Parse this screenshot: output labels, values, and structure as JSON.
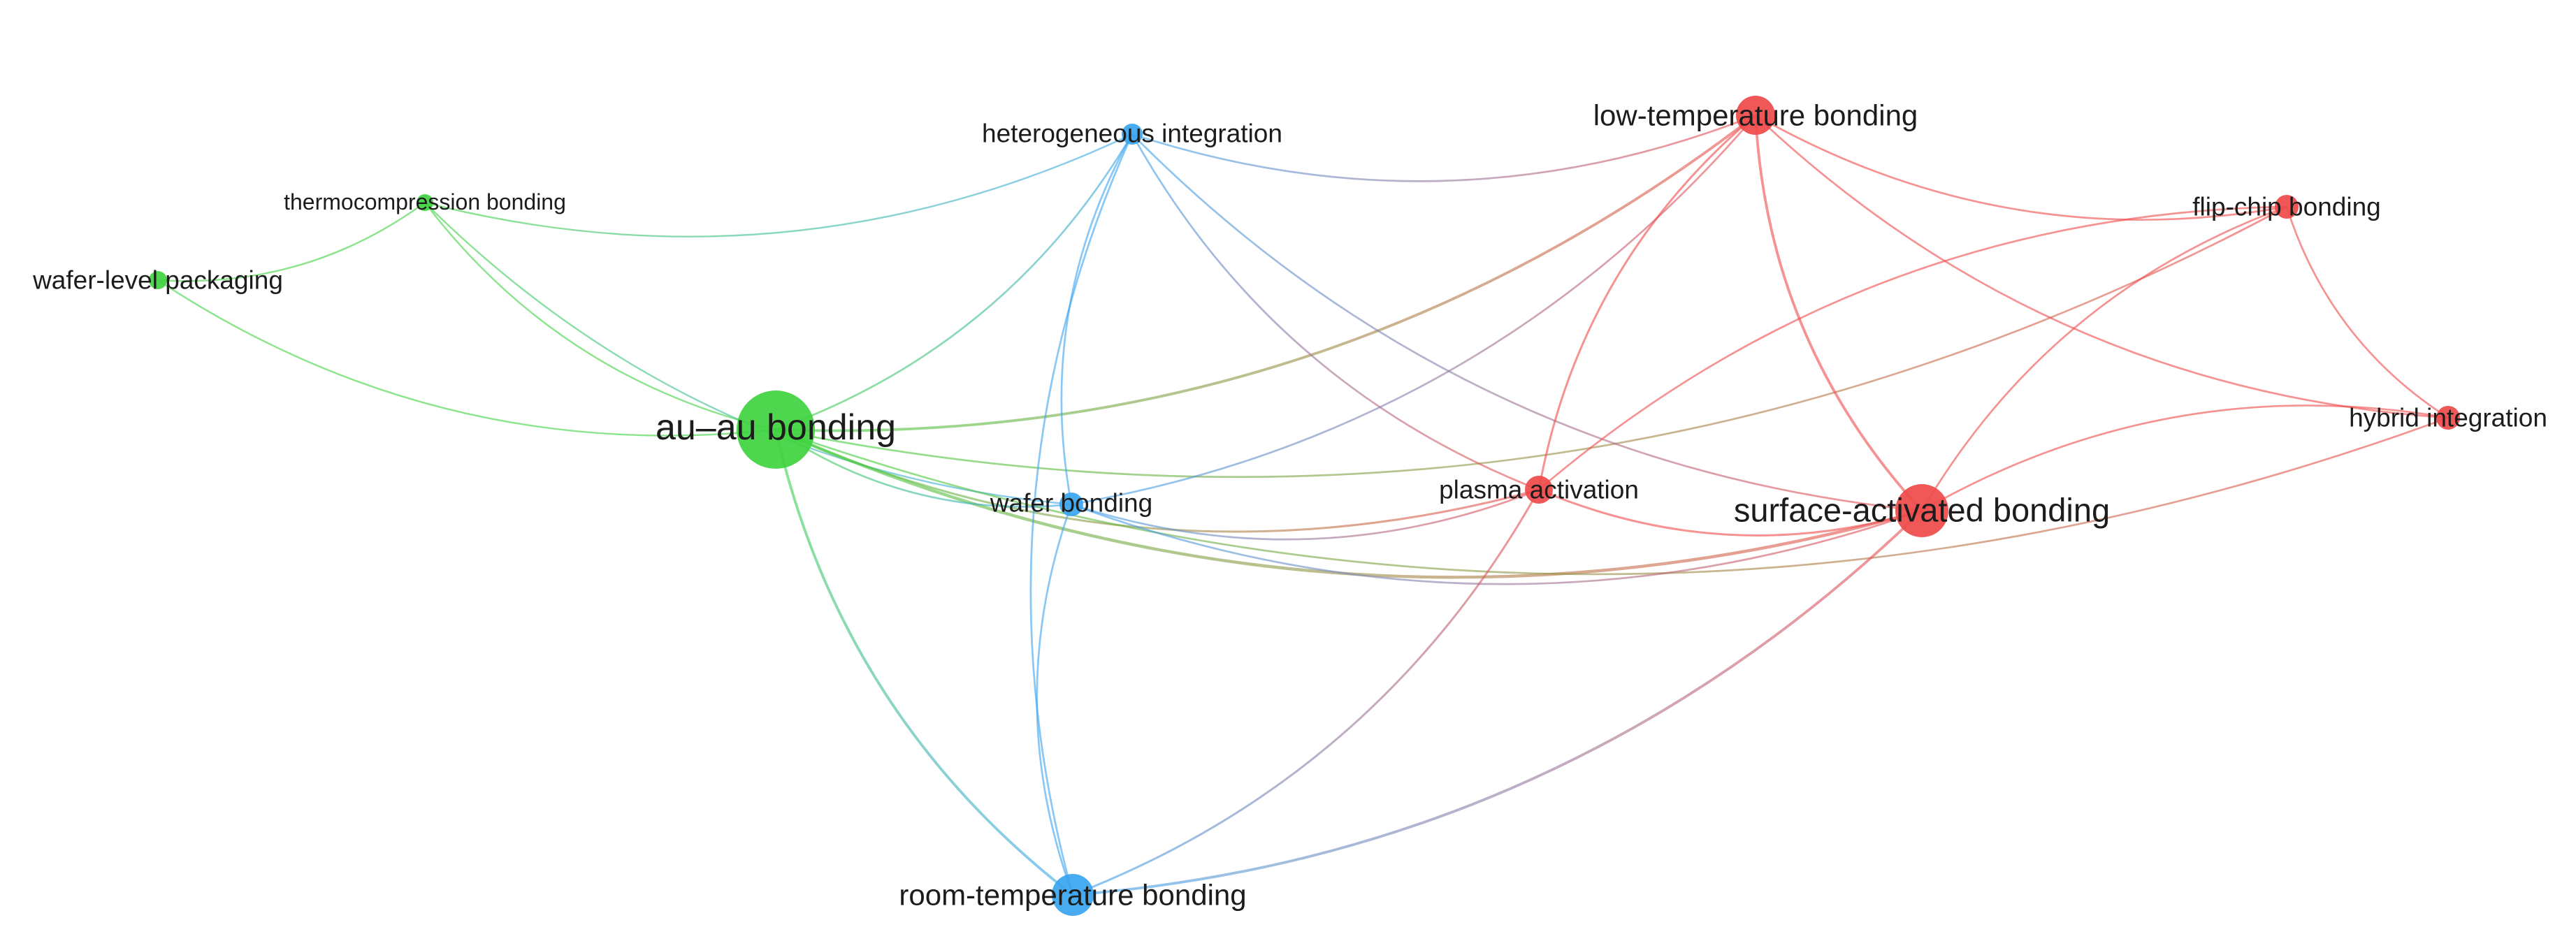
{
  "network": {
    "clusters": [
      {
        "id": "green",
        "color": "#3fd23f"
      },
      {
        "id": "blue",
        "color": "#3aa4ef"
      },
      {
        "id": "red",
        "color": "#ef4a4a"
      }
    ],
    "nodes": [
      {
        "id": "au-au",
        "label": "au–au bonding",
        "cluster": "green",
        "weight": 10
      },
      {
        "id": "thermo",
        "label": "thermocompression bonding",
        "cluster": "green",
        "weight": 1
      },
      {
        "id": "wlp",
        "label": "wafer-level packaging",
        "cluster": "green",
        "weight": 1
      },
      {
        "id": "hetero",
        "label": "heterogeneous integration",
        "cluster": "blue",
        "weight": 2
      },
      {
        "id": "wafer",
        "label": "wafer bonding",
        "cluster": "blue",
        "weight": 2
      },
      {
        "id": "room",
        "label": "room-temperature bonding",
        "cluster": "blue",
        "weight": 5
      },
      {
        "id": "lowtemp",
        "label": "low-temperature bonding",
        "cluster": "red",
        "weight": 5
      },
      {
        "id": "flip",
        "label": "flip-chip bonding",
        "cluster": "red",
        "weight": 2
      },
      {
        "id": "hybrid",
        "label": "hybrid integration",
        "cluster": "red",
        "weight": 2
      },
      {
        "id": "plasma",
        "label": "plasma activation",
        "cluster": "red",
        "weight": 3
      },
      {
        "id": "sab",
        "label": "surface-activated bonding",
        "cluster": "red",
        "weight": 7
      }
    ],
    "links": [
      {
        "source": "wlp",
        "target": "au-au"
      },
      {
        "source": "wlp",
        "target": "thermo"
      },
      {
        "source": "thermo",
        "target": "au-au"
      },
      {
        "source": "thermo",
        "target": "wafer"
      },
      {
        "source": "thermo",
        "target": "hetero"
      },
      {
        "source": "au-au",
        "target": "hetero"
      },
      {
        "source": "au-au",
        "target": "lowtemp"
      },
      {
        "source": "au-au",
        "target": "flip"
      },
      {
        "source": "au-au",
        "target": "sab"
      },
      {
        "source": "au-au",
        "target": "plasma"
      },
      {
        "source": "au-au",
        "target": "wafer"
      },
      {
        "source": "au-au",
        "target": "room"
      },
      {
        "source": "au-au",
        "target": "hybrid"
      },
      {
        "source": "hetero",
        "target": "lowtemp"
      },
      {
        "source": "hetero",
        "target": "wafer"
      },
      {
        "source": "hetero",
        "target": "room"
      },
      {
        "source": "hetero",
        "target": "sab"
      },
      {
        "source": "hetero",
        "target": "plasma"
      },
      {
        "source": "wafer",
        "target": "lowtemp"
      },
      {
        "source": "wafer",
        "target": "room"
      },
      {
        "source": "wafer",
        "target": "sab"
      },
      {
        "source": "wafer",
        "target": "plasma"
      },
      {
        "source": "room",
        "target": "sab"
      },
      {
        "source": "room",
        "target": "plasma"
      },
      {
        "source": "lowtemp",
        "target": "flip"
      },
      {
        "source": "lowtemp",
        "target": "hybrid"
      },
      {
        "source": "lowtemp",
        "target": "plasma"
      },
      {
        "source": "lowtemp",
        "target": "sab"
      },
      {
        "source": "flip",
        "target": "hybrid"
      },
      {
        "source": "flip",
        "target": "sab"
      },
      {
        "source": "flip",
        "target": "plasma"
      },
      {
        "source": "hybrid",
        "target": "sab"
      },
      {
        "source": "plasma",
        "target": "sab"
      }
    ]
  }
}
